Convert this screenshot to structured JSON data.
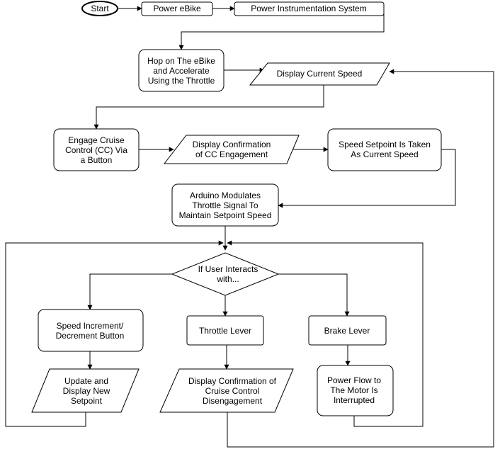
{
  "diagram": {
    "nodes": {
      "start": {
        "lines": [
          "Start"
        ]
      },
      "power_ebike": {
        "lines": [
          "Power eBike"
        ]
      },
      "power_instrumentation": {
        "lines": [
          "Power Instrumentation System"
        ]
      },
      "hop_on": {
        "lines": [
          "Hop on The eBike",
          "and Accelerate",
          "Using the Throttle"
        ]
      },
      "display_speed": {
        "lines": [
          "Display Current Speed"
        ]
      },
      "engage_cc": {
        "lines": [
          "Engage Cruise",
          "Control (CC) Via",
          "a Button"
        ]
      },
      "display_cc_confirm": {
        "lines": [
          "Display Confirmation",
          "of CC Engagement"
        ]
      },
      "setpoint_taken": {
        "lines": [
          "Speed Setpoint Is Taken",
          "As Current Speed"
        ]
      },
      "arduino_modulates": {
        "lines": [
          "Arduino Modulates",
          "Throttle Signal To",
          "Maintain Setpoint Speed"
        ]
      },
      "decision": {
        "lines": [
          "If User Interacts",
          "with..."
        ]
      },
      "speed_button": {
        "lines": [
          "Speed Increment/",
          "Decrement Button"
        ]
      },
      "throttle_lever": {
        "lines": [
          "Throttle Lever"
        ]
      },
      "brake_lever": {
        "lines": [
          "Brake Lever"
        ]
      },
      "update_setpoint": {
        "lines": [
          "Update and",
          "Display New",
          "Setpoint"
        ]
      },
      "display_disengage": {
        "lines": [
          "Display Confirmation of",
          "Cruise Control",
          "Disengagement"
        ]
      },
      "power_interrupted": {
        "lines": [
          "Power Flow to",
          "The Motor Is",
          "Interrupted"
        ]
      }
    }
  }
}
